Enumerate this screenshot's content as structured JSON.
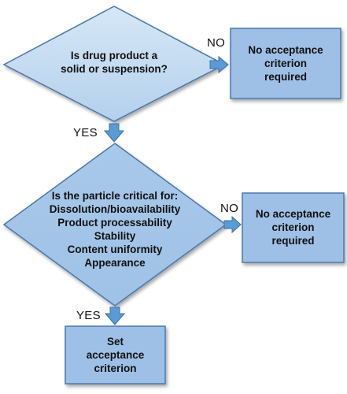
{
  "decision1": {
    "lines": [
      "Is drug product a",
      "solid or suspension?"
    ]
  },
  "decision2": {
    "lines": [
      "Is the particle critical for:",
      "Dissolution/bioavailability",
      "Product processability",
      "Stability",
      "Content uniformity",
      "Appearance"
    ]
  },
  "outcome1": {
    "lines": [
      "No acceptance",
      "criterion",
      "required"
    ]
  },
  "outcome2": {
    "lines": [
      "No acceptance",
      "criterion",
      "required"
    ]
  },
  "outcome3": {
    "lines": [
      "Set",
      "acceptance",
      "criterion"
    ]
  },
  "labels": {
    "no1": "NO",
    "yes1": "YES",
    "no2": "NO",
    "yes2": "YES"
  },
  "colors": {
    "diamond_fill_top": "#cfe2f3",
    "diamond_fill_bottom": "#a9c8e8",
    "box_fill": "#9ec0e6",
    "box_stroke": "#4a78ad",
    "arrow_fill": "#5b9bd5",
    "arrow_stroke": "#3a70a8"
  }
}
